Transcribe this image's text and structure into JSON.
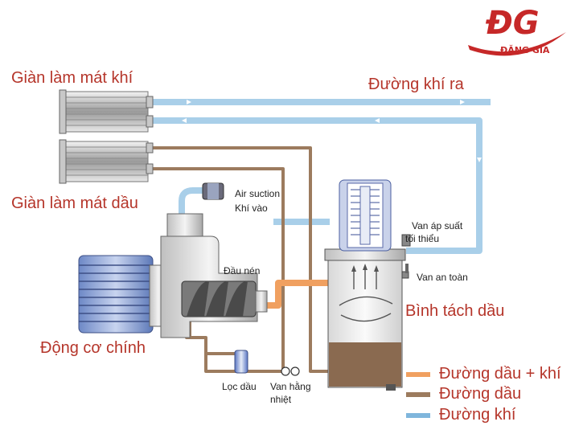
{
  "logo": {
    "mark": "ĐG",
    "name": "ĐẶNG GIA"
  },
  "labels": {
    "air_cooler": "Giàn làm mát khí",
    "air_out": "Đường khí ra",
    "oil_cooler": "Giàn làm mát dầu",
    "air_suction": "Air suction",
    "air_in": "Khí vào",
    "min_pressure_valve_1": "Van áp suất",
    "min_pressure_valve_2": "tối thiểu",
    "safety_valve": "Van an toàn",
    "compressor_head": "Đầu nén",
    "separator": "Bình tách dầu",
    "main_motor": "Động cơ chính",
    "oil_filter": "Lọc dầu",
    "thermo_valve_1": "Van hằng",
    "thermo_valve_2": "nhiệt"
  },
  "legend": [
    {
      "label": "Đường dầu + khí",
      "color": "#f0a060"
    },
    {
      "label": "Đường dầu",
      "color": "#9c7b5e"
    },
    {
      "label": "Đường khí",
      "color": "#7fb6dc"
    }
  ],
  "colors": {
    "air": "#a9cfe9",
    "oil": "#9c7b5e",
    "oilair": "#f0a060",
    "label": "#b5352a"
  }
}
